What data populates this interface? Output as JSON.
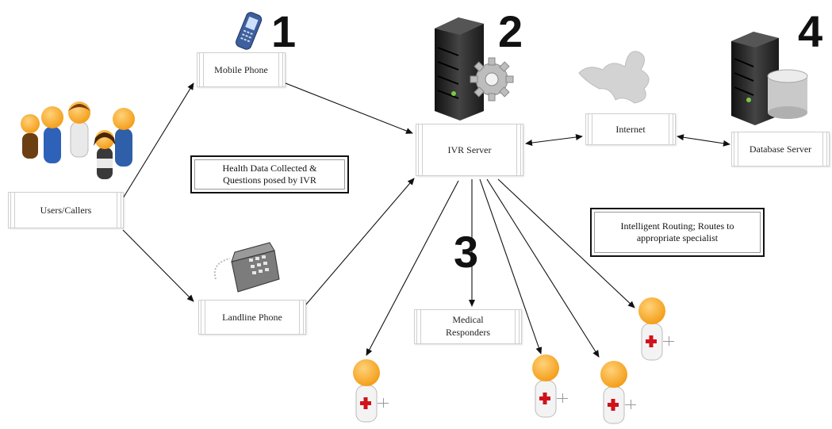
{
  "nodes": {
    "users": "Users/Callers",
    "mobile": "Mobile Phone",
    "landline": "Landline Phone",
    "ivr": "IVR Server",
    "internet": "Internet",
    "database": "Database Server",
    "medical": "Medical\nResponders"
  },
  "notes": {
    "health": "Health Data Collected &\nQuestions posed by IVR",
    "routing": "Intelligent Routing; Routes to\nappropriate specialist"
  },
  "step_numbers": [
    "1",
    "2",
    "3",
    "4"
  ],
  "icons": {
    "users": "group-of-people-icon",
    "mobile": "mobile-phone-icon",
    "landline": "landline-phone-icon",
    "ivr": "server-with-gear-icon",
    "internet": "cloud-network-icon",
    "database": "database-server-icon",
    "responders": "medical-responder-icon"
  },
  "colors": {
    "accent_orange": "#f5a623",
    "medical_red": "#d0121b",
    "server_dark": "#2b2b2b",
    "server_light": "#7ac943"
  }
}
